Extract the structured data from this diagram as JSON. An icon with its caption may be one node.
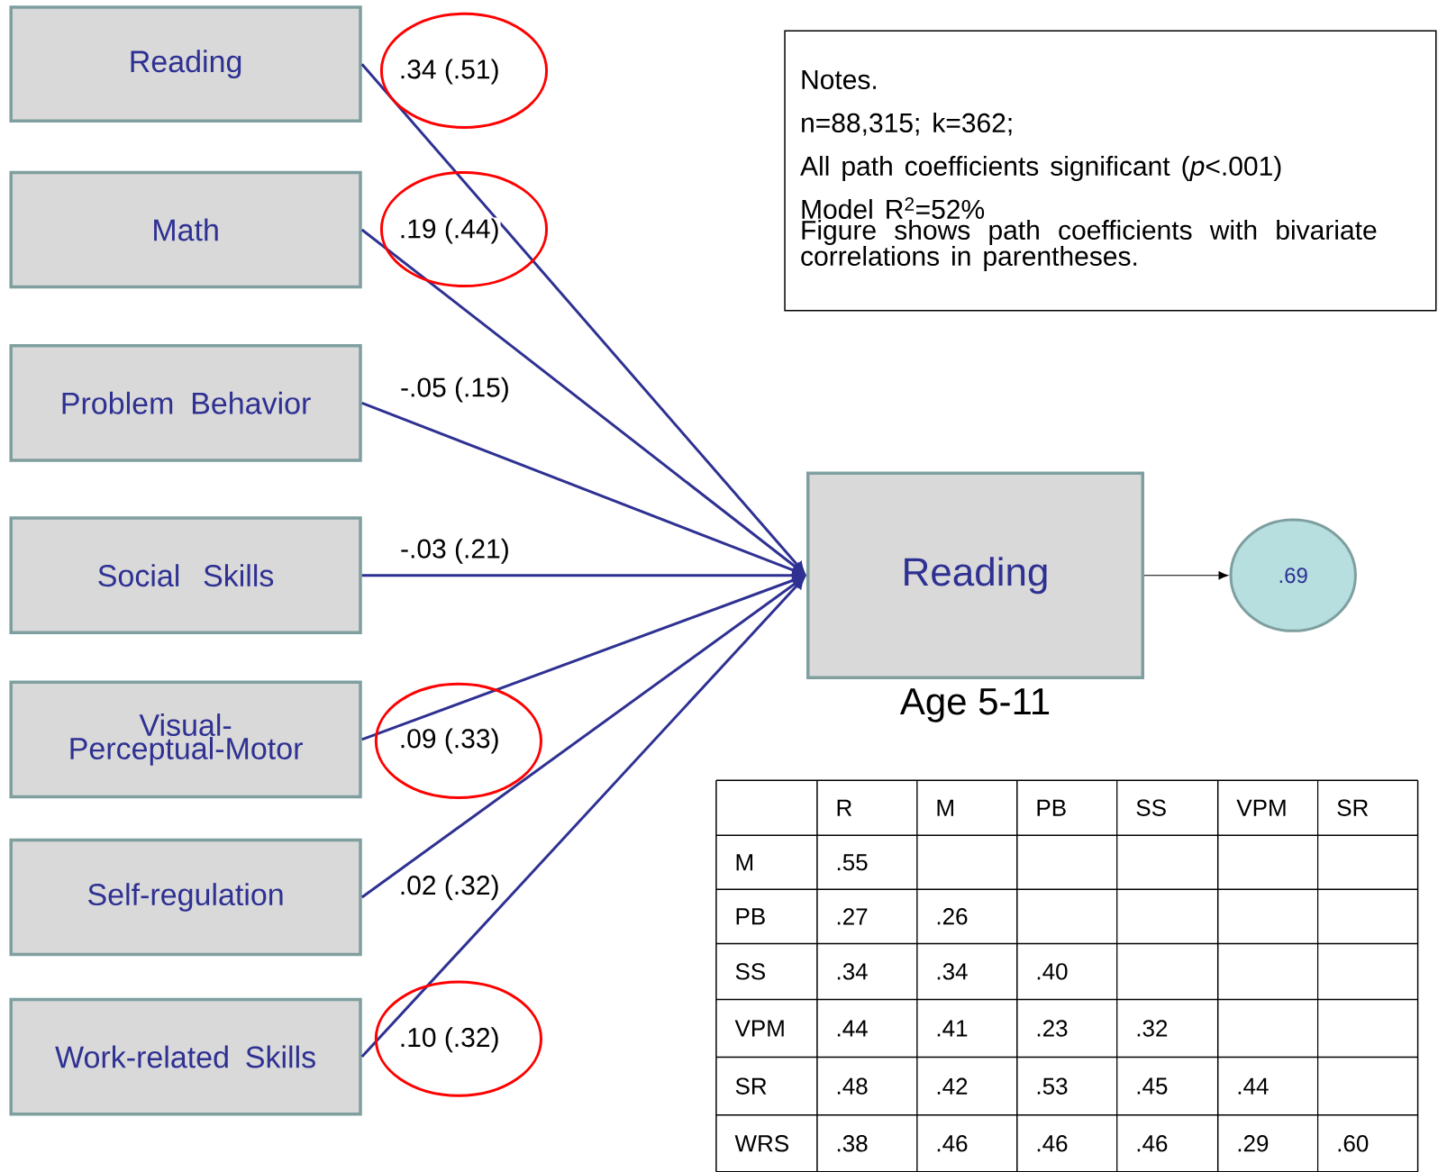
{
  "diagram": {
    "nodes": [
      {
        "text": [
          "Reading"
        ]
      },
      {
        "text": [
          "Math"
        ]
      },
      {
        "text": [
          "Problem Behavior"
        ]
      },
      {
        "text": [
          "Social Skills"
        ]
      },
      {
        "text": [
          "Visual-Perceptual-Motor"
        ]
      },
      {
        "text": [
          "Self-regulation"
        ]
      },
      {
        "text": [
          "Work-related Skills"
        ]
      },
      {
        "text": [
          "Reading"
        ],
        "beside": [
          "Age 5-11"
        ]
      },
      {
        "text": [
          ".69"
        ]
      },
      {
        "text": [
          "Notes.",
          "n=88,315; k=362;",
          "All path coefficients significant (*p*<.001)",
          "Model R$^{2}$=52%",
          "Figure shows path coefficients with bivariate correlations in parentheses."
        ]
      }
    ],
    "edges": [
      {
        "from": 0,
        "to": 7,
        "arrow": "to",
        "label": ".34 (.51)"
      },
      {
        "from": 1,
        "to": 7,
        "arrow": "to",
        "label": ".19 (.44)"
      },
      {
        "from": 2,
        "to": 7,
        "arrow": "to",
        "label": "-.05 (.15)"
      },
      {
        "from": 3,
        "to": 7,
        "arrow": "to",
        "label": "-.03 (.21)"
      },
      {
        "from": 4,
        "to": 7,
        "arrow": "to",
        "label": ".09 (.33)"
      },
      {
        "from": 5,
        "to": 7,
        "arrow": "to",
        "label": ".02 (.32)"
      },
      {
        "from": 6,
        "to": 7,
        "arrow": "to",
        "label": ".10 (.32)"
      },
      {
        "from": 7,
        "to": 8,
        "arrow": "to",
        "color": "#000000"
      }
    ],
    "labels": [
      "R",
      "M",
      "PB",
      "SS",
      "VPM",
      "SR",
      "M",
      ".55",
      "PB",
      ".27",
      ".26",
      "SS",
      ".34",
      ".34",
      ".40",
      "VPM",
      ".44",
      ".41",
      ".23",
      ".32",
      "SR",
      ".48",
      ".42",
      ".53",
      ".45",
      ".44",
      "WRS",
      ".38",
      ".46",
      ".46",
      ".46",
      ".29",
      ".60"
    ]
  }
}
